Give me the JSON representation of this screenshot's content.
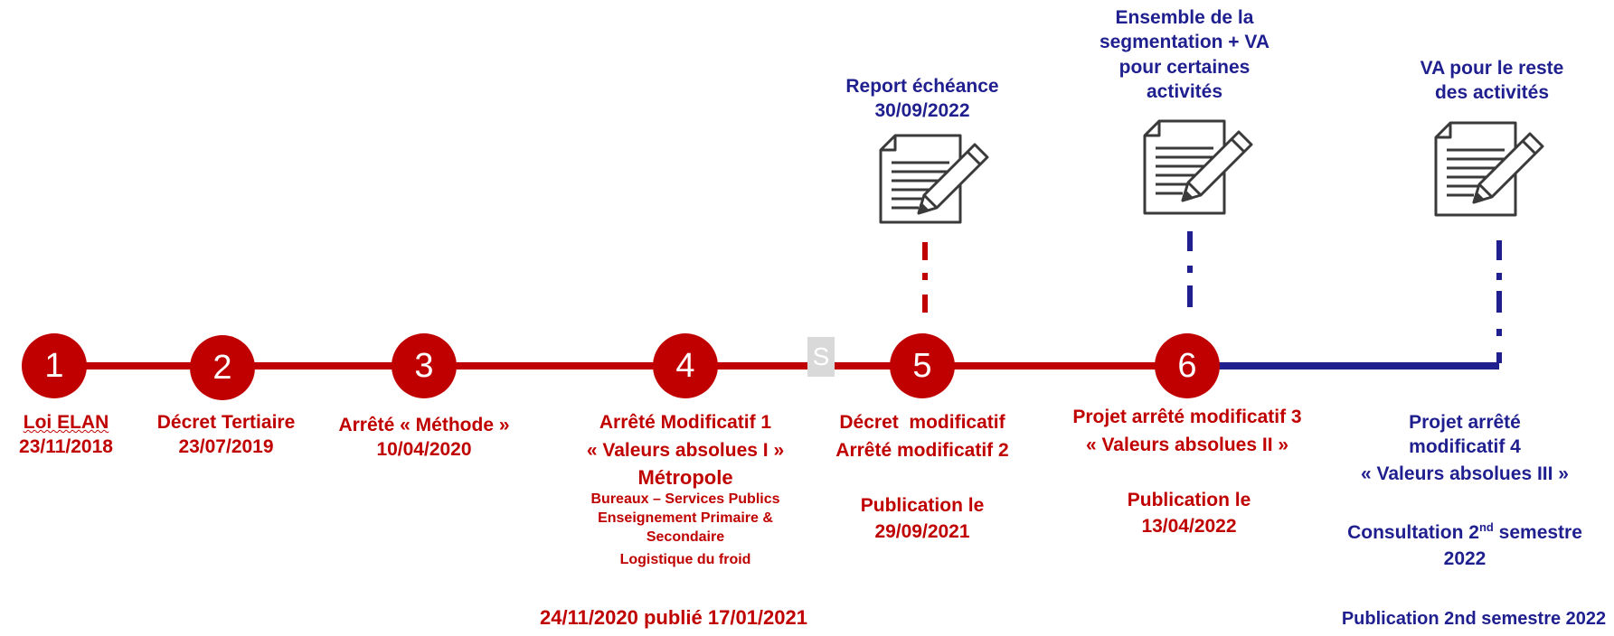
{
  "colors": {
    "red": "#c00000",
    "blue": "#1f1f8f",
    "watermark": "#d9d9d9"
  },
  "milestones": [
    {
      "number": "1",
      "title": "Loi ELAN",
      "date": "23/11/2018"
    },
    {
      "number": "2",
      "title": "Décret Tertiaire",
      "date": "23/07/2019"
    },
    {
      "number": "3",
      "title": "Arrêté « Méthode »",
      "date": "10/04/2020"
    },
    {
      "number": "4",
      "title": "Arrêté Modificatif 1",
      "subtitle": "« Valeurs absolues I »",
      "region": "Métropole",
      "details": [
        "Bureaux – Services Publics",
        "Enseignement Primaire &",
        "Secondaire",
        "Logistique du froid"
      ],
      "date": "24/11/2020 publié 17/01/2021"
    },
    {
      "number": "5",
      "title": "Décret  modificatif",
      "subtitle": "Arrêté modificatif 2",
      "publication_line1": "Publication le",
      "publication_line2": "29/09/2021"
    },
    {
      "number": "6",
      "title": "Projet arrêté modificatif 3",
      "subtitle": "« Valeurs absolues II »",
      "publication_line1": "Publication le",
      "publication_line2": "13/04/2022"
    }
  ],
  "future": {
    "title_line1": "Projet arrêté",
    "title_line2": "modificatif 4",
    "title_line3": "« Valeurs absolues III »",
    "consultation_prefix": "Consultation 2",
    "consultation_sup": "nd",
    "consultation_suffix": " semestre",
    "consultation_year": "2022",
    "publication": "Publication 2nd semestre 2022"
  },
  "callouts": [
    {
      "line1": "Report échéance",
      "line2": "30/09/2022"
    },
    {
      "line1": "Ensemble de la",
      "line2": "segmentation + VA",
      "line3": "pour certaines",
      "line4": "activités"
    },
    {
      "line1": "VA pour le reste",
      "line2": "des activités"
    }
  ],
  "icons": [
    "document-pencil-icon",
    "document-pencil-icon",
    "document-pencil-icon"
  ],
  "watermark": "S"
}
